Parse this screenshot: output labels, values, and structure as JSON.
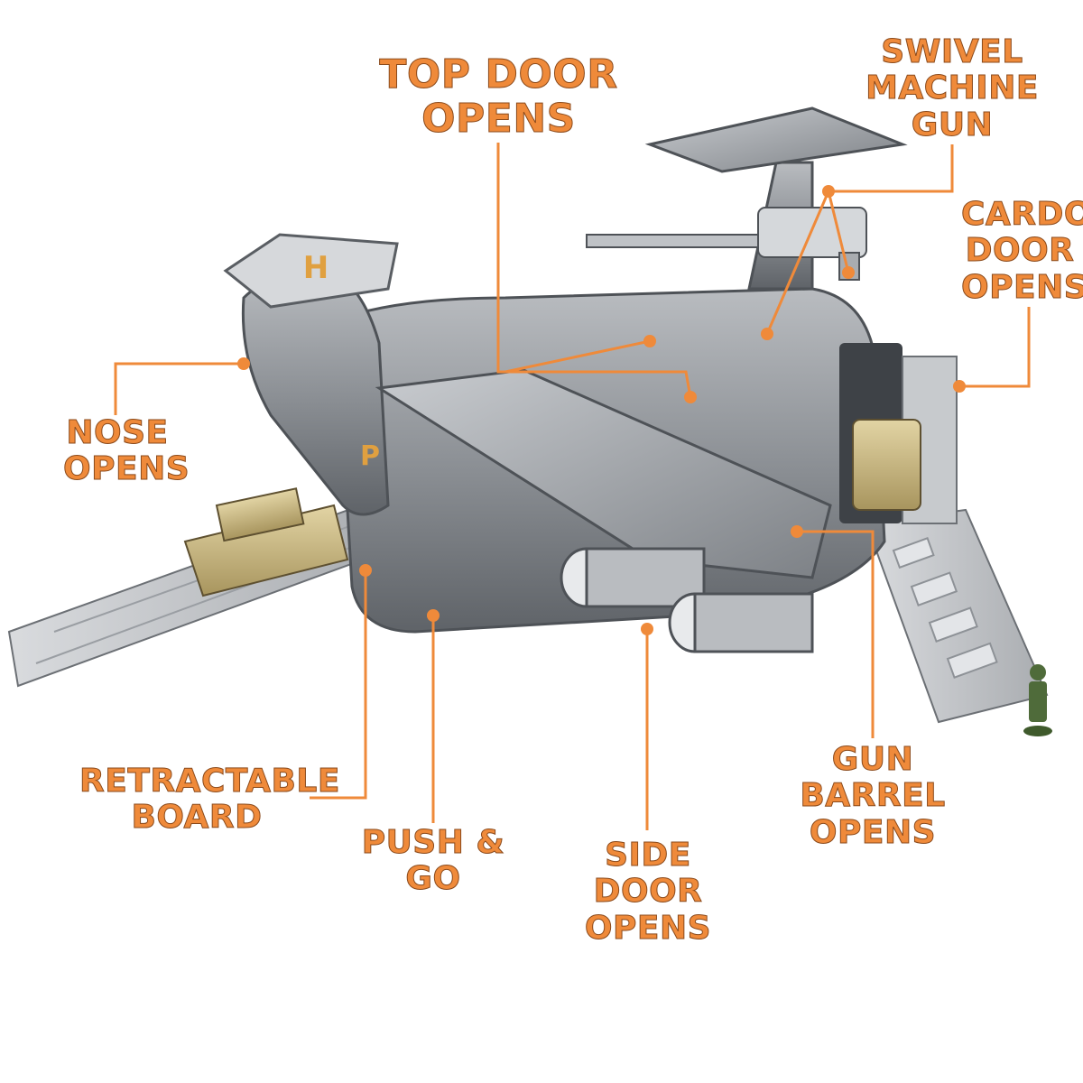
{
  "title": "Military transport aircraft toy playset feature diagram",
  "accent_color": "#ef8a3a",
  "callouts": [
    {
      "id": "top-door",
      "line1": "TOP DOOR",
      "line2": "OPENS"
    },
    {
      "id": "swivel-gun",
      "line1": "SWIVEL",
      "line2": "MACHINE GUN"
    },
    {
      "id": "cargo-door",
      "line1": "CARDO",
      "line2": "DOOR",
      "line3": "OPENS"
    },
    {
      "id": "nose",
      "line1": "NOSE",
      "line2": "OPENS"
    },
    {
      "id": "retractable-board",
      "line1": "RETRACTABLE",
      "line2": "BOARD"
    },
    {
      "id": "push-go",
      "line1": "PUSH & GO"
    },
    {
      "id": "side-door",
      "line1": "SIDE DOOR",
      "line2": "OPENS"
    },
    {
      "id": "gun-barrel",
      "line1": "GUN BARREL",
      "line2": "OPENS"
    }
  ],
  "product": {
    "helipad_mark": "H",
    "parking_mark": "P"
  }
}
